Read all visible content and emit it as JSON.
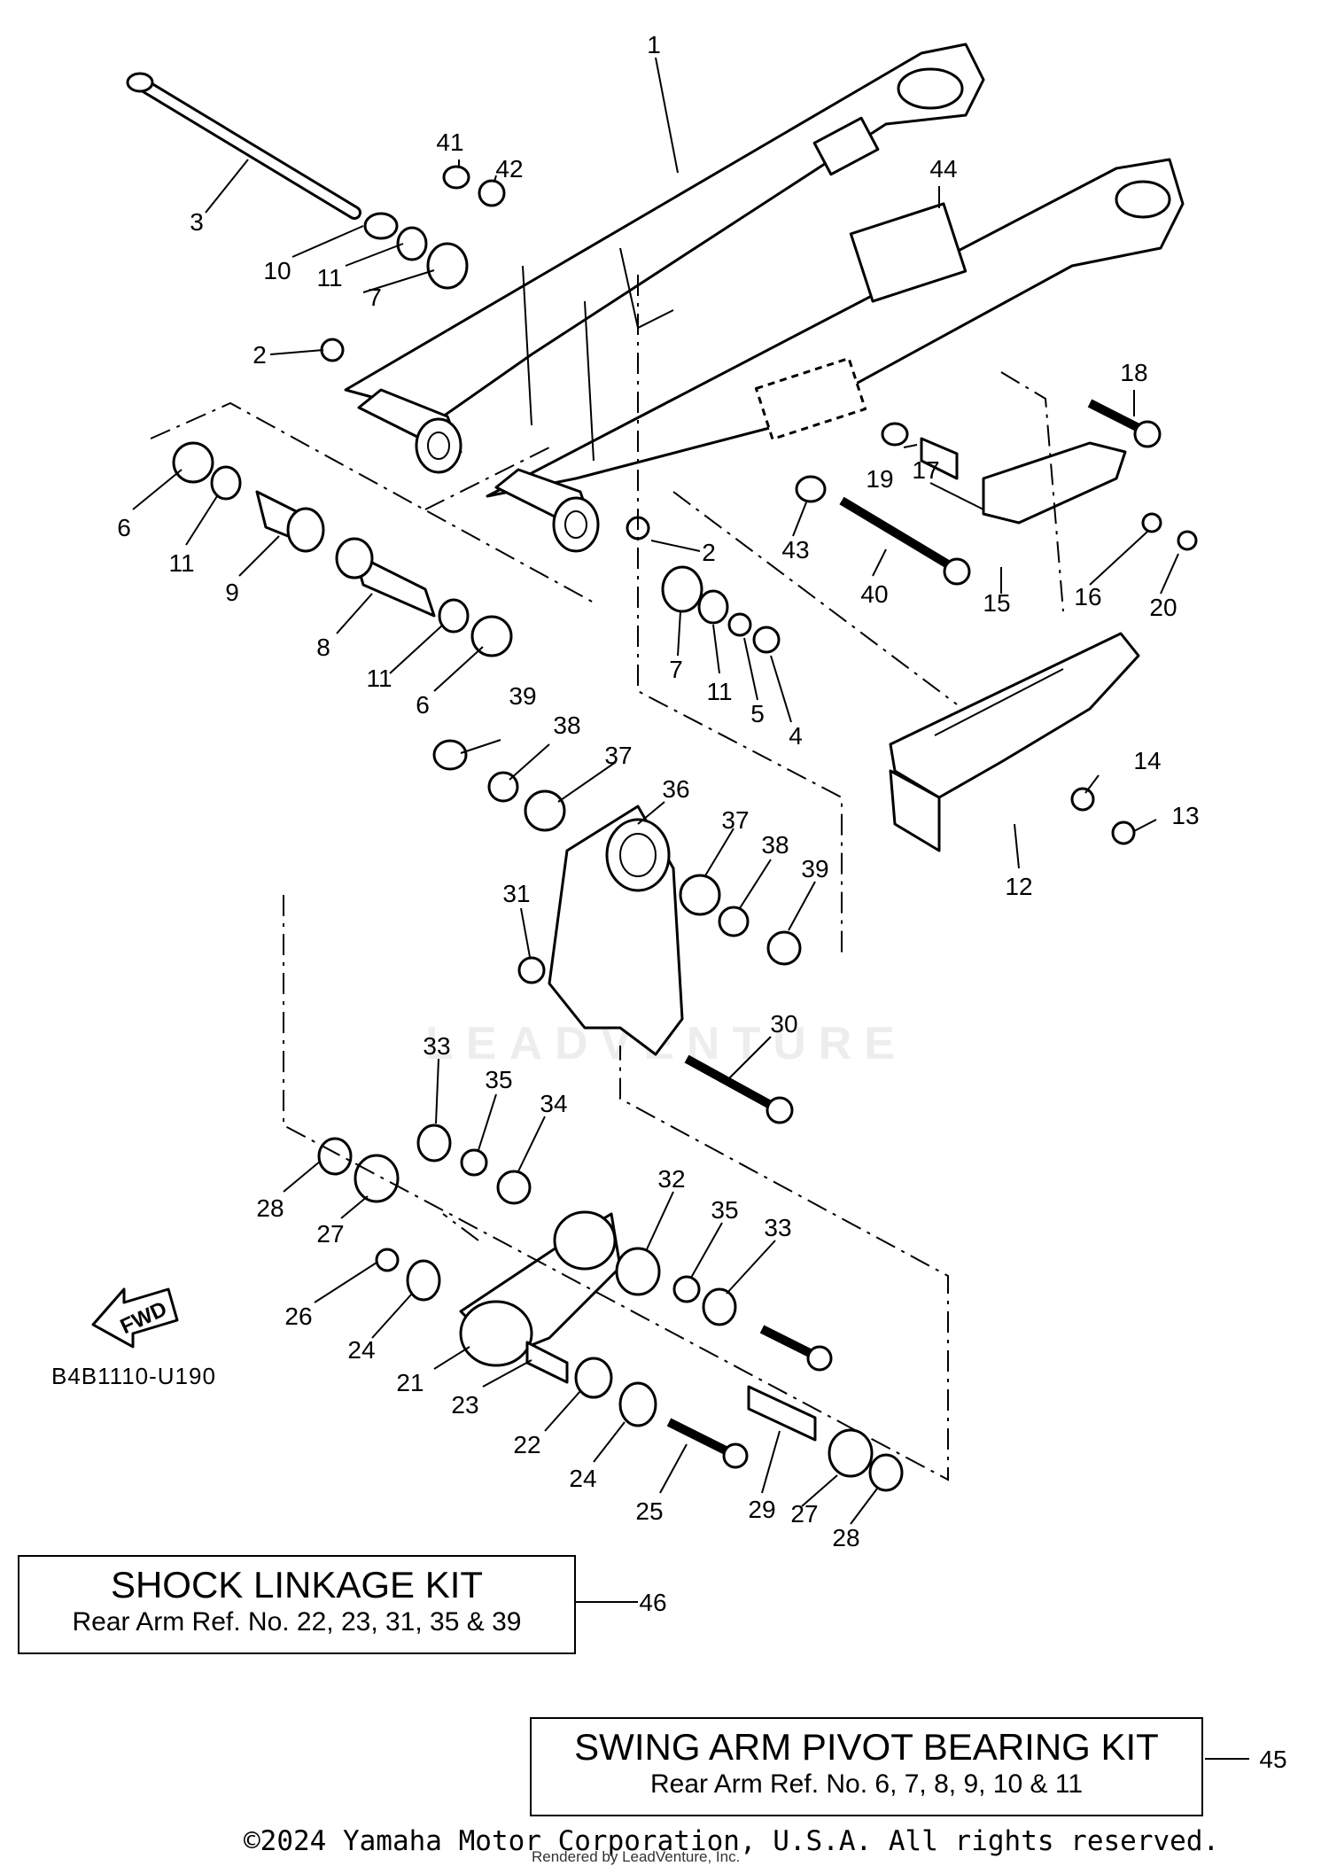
{
  "diagram": {
    "callouts": [
      "1",
      "2",
      "3",
      "4",
      "5",
      "6",
      "7",
      "8",
      "9",
      "10",
      "11",
      "12",
      "13",
      "14",
      "15",
      "16",
      "17",
      "18",
      "19",
      "20",
      "21",
      "22",
      "23",
      "24",
      "25",
      "26",
      "27",
      "28",
      "29",
      "30",
      "31",
      "32",
      "33",
      "34",
      "35",
      "36",
      "37",
      "38",
      "39",
      "40",
      "41",
      "42",
      "43",
      "44",
      "45",
      "46"
    ],
    "fwd_label": "FWD",
    "diagram_code": "B4B1110-U190",
    "watermark": "LEADVENTURE"
  },
  "kits": {
    "shock_linkage": {
      "title": "SHOCK LINKAGE KIT",
      "subtitle": "Rear Arm Ref. No. 22, 23, 31, 35 & 39",
      "ref": "46"
    },
    "swing_arm_pivot": {
      "title": "SWING ARM PIVOT BEARING KIT",
      "subtitle": "Rear Arm Ref. No. 6, 7, 8, 9, 10 & 11",
      "ref": "45"
    }
  },
  "footer": {
    "copyright": "©2024 Yamaha Motor Corporation, U.S.A. All rights reserved.",
    "rendered_by": "Rendered by LeadVenture, Inc."
  }
}
